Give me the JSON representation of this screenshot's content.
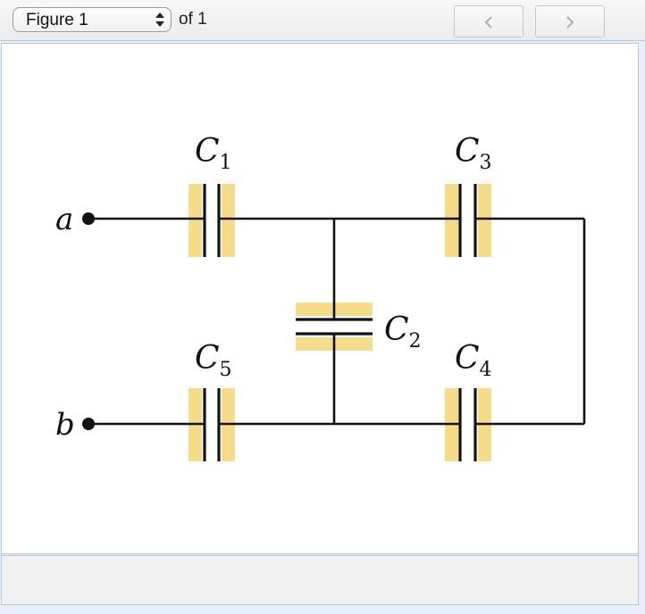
{
  "toolbar": {
    "figure_select_value": "Figure 1",
    "of_label": "of 1",
    "prev_icon": "chevron-left-icon",
    "next_icon": "chevron-right-icon"
  },
  "diagram": {
    "terminals": {
      "a": "a",
      "b": "b"
    },
    "capacitors": {
      "c1": {
        "letter": "C",
        "sub": "1"
      },
      "c2": {
        "letter": "C",
        "sub": "2"
      },
      "c3": {
        "letter": "C",
        "sub": "3"
      },
      "c4": {
        "letter": "C",
        "sub": "4"
      },
      "c5": {
        "letter": "C",
        "sub": "5"
      }
    },
    "colors": {
      "wire": "#111111",
      "highlight": "#f4dc8a"
    }
  }
}
